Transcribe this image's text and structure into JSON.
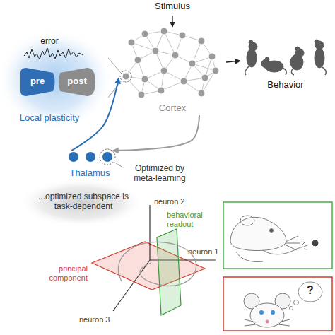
{
  "diagram": {
    "nodes": [
      {
        "text": [
          "Stimulus"
        ]
      },
      {
        "text": [
          "Cortex"
        ]
      },
      {
        "text": [
          "Behavior"
        ]
      },
      {
        "text": [
          "error",
          "Local plasticity"
        ]
      },
      {
        "text": [
          "pre"
        ],
        "in": 3
      },
      {
        "text": [
          "post"
        ],
        "in": 3
      },
      {
        "text": [
          "Thalamus"
        ]
      },
      {
        "text": [
          "...optimized subspace is task-dependent"
        ]
      }
    ],
    "edges": [
      {
        "from": 0,
        "to": 1,
        "arrow": "to"
      },
      {
        "from": 1,
        "to": 2,
        "arrow": "to"
      },
      {
        "from": 1,
        "to": 6,
        "arrow": "to"
      },
      {
        "from": 6,
        "to": 1,
        "arrow": "to"
      }
    ],
    "labels": [
      "Optimized by meta-learning",
      "neuron 2",
      "behavioral readout",
      "principal component",
      "neuron 1",
      "neuron 3",
      "?"
    ]
  }
}
